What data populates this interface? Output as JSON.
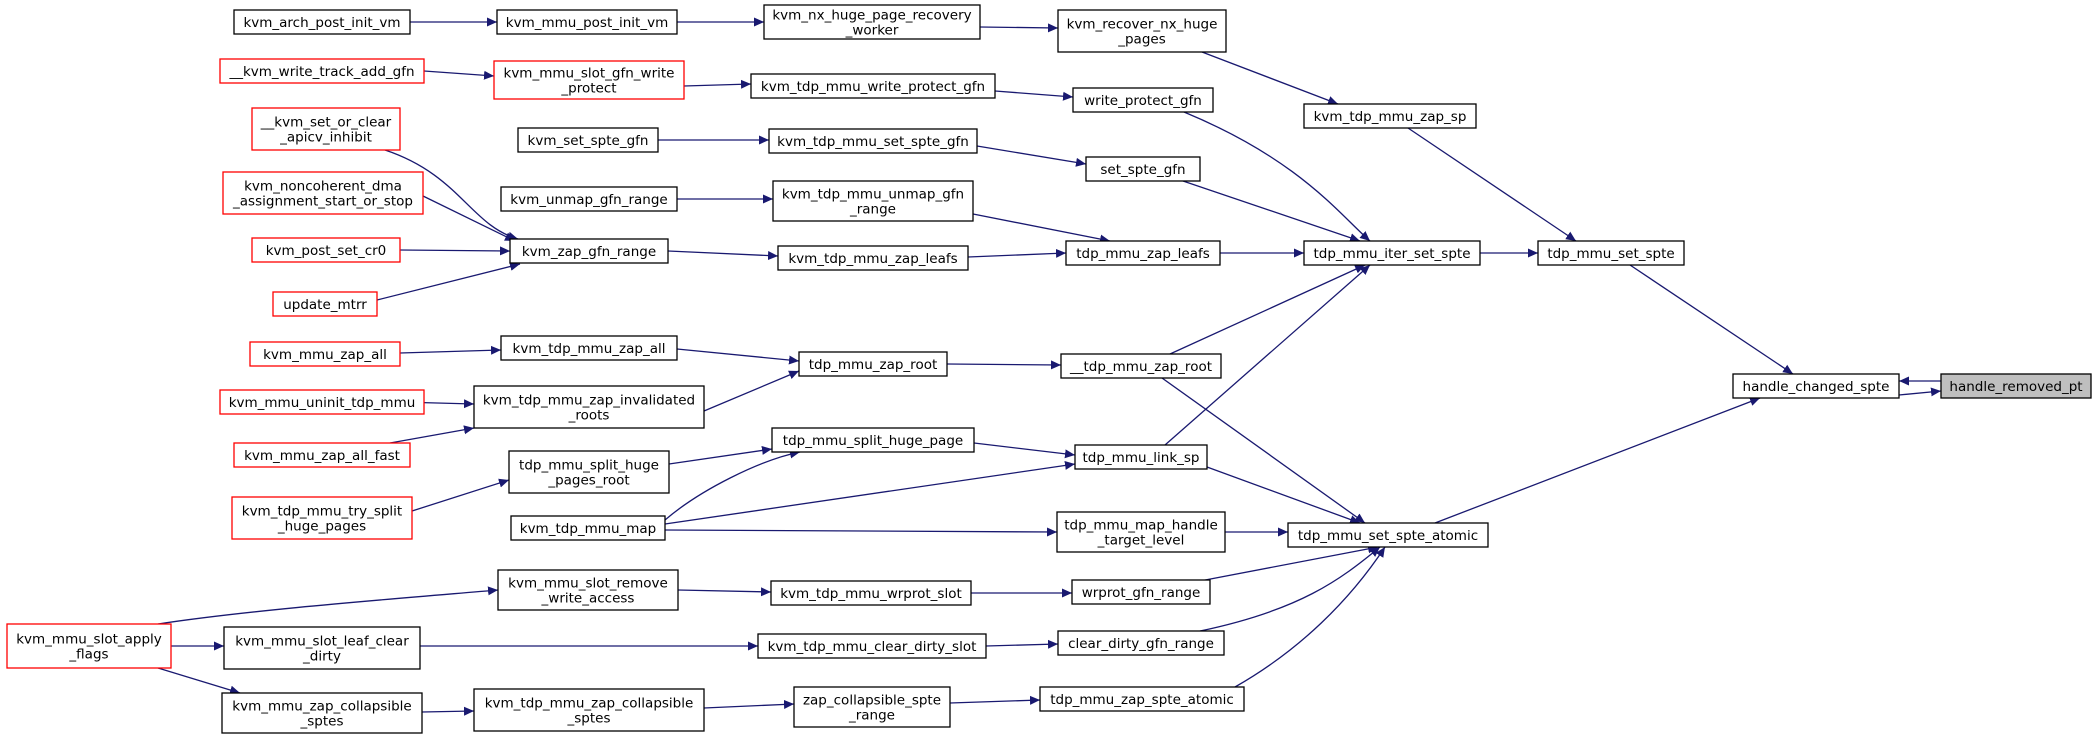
{
  "graph": {
    "colors": {
      "edge": "#191970",
      "normal_border": "#000000",
      "external_border": "#ff0000",
      "focus_fill": "#bfbfbf"
    },
    "nodes": [
      {
        "id": "kvm_arch_post_init_vm",
        "lines": [
          "kvm_arch_post_init_vm"
        ],
        "style": "normal"
      },
      {
        "id": "kvm_mmu_post_init_vm",
        "lines": [
          "kvm_mmu_post_init_vm"
        ],
        "style": "normal"
      },
      {
        "id": "kvm_nx_huge_page_recovery_worker",
        "lines": [
          "kvm_nx_huge_page_recovery",
          "_worker"
        ],
        "style": "normal"
      },
      {
        "id": "kvm_recover_nx_huge_pages",
        "lines": [
          "kvm_recover_nx_huge",
          "_pages"
        ],
        "style": "normal"
      },
      {
        "id": "__kvm_write_track_add_gfn",
        "lines": [
          "__kvm_write_track_add_gfn"
        ],
        "style": "red"
      },
      {
        "id": "kvm_mmu_slot_gfn_write_protect",
        "lines": [
          "kvm_mmu_slot_gfn_write",
          "_protect"
        ],
        "style": "red"
      },
      {
        "id": "kvm_tdp_mmu_write_protect_gfn",
        "lines": [
          "kvm_tdp_mmu_write_protect_gfn"
        ],
        "style": "normal"
      },
      {
        "id": "write_protect_gfn",
        "lines": [
          "write_protect_gfn"
        ],
        "style": "normal"
      },
      {
        "id": "kvm_tdp_mmu_zap_sp",
        "lines": [
          "kvm_tdp_mmu_zap_sp"
        ],
        "style": "normal"
      },
      {
        "id": "__kvm_set_or_clear_apicv_inhibit",
        "lines": [
          "__kvm_set_or_clear",
          "_apicv_inhibit"
        ],
        "style": "red"
      },
      {
        "id": "kvm_set_spte_gfn",
        "lines": [
          "kvm_set_spte_gfn"
        ],
        "style": "normal"
      },
      {
        "id": "kvm_tdp_mmu_set_spte_gfn",
        "lines": [
          "kvm_tdp_mmu_set_spte_gfn"
        ],
        "style": "normal"
      },
      {
        "id": "set_spte_gfn",
        "lines": [
          "set_spte_gfn"
        ],
        "style": "normal"
      },
      {
        "id": "kvm_noncoherent_dma_assignment_start_or_stop",
        "lines": [
          "kvm_noncoherent_dma",
          "_assignment_start_or_stop"
        ],
        "style": "red"
      },
      {
        "id": "kvm_unmap_gfn_range",
        "lines": [
          "kvm_unmap_gfn_range"
        ],
        "style": "normal"
      },
      {
        "id": "kvm_tdp_mmu_unmap_gfn_range",
        "lines": [
          "kvm_tdp_mmu_unmap_gfn",
          "_range"
        ],
        "style": "normal"
      },
      {
        "id": "kvm_post_set_cr0",
        "lines": [
          "kvm_post_set_cr0"
        ],
        "style": "red"
      },
      {
        "id": "kvm_zap_gfn_range",
        "lines": [
          "kvm_zap_gfn_range"
        ],
        "style": "normal"
      },
      {
        "id": "kvm_tdp_mmu_zap_leafs",
        "lines": [
          "kvm_tdp_mmu_zap_leafs"
        ],
        "style": "normal"
      },
      {
        "id": "tdp_mmu_zap_leafs",
        "lines": [
          "tdp_mmu_zap_leafs"
        ],
        "style": "normal"
      },
      {
        "id": "tdp_mmu_iter_set_spte",
        "lines": [
          "tdp_mmu_iter_set_spte"
        ],
        "style": "normal"
      },
      {
        "id": "tdp_mmu_set_spte",
        "lines": [
          "tdp_mmu_set_spte"
        ],
        "style": "normal"
      },
      {
        "id": "update_mtrr",
        "lines": [
          "update_mtrr"
        ],
        "style": "red"
      },
      {
        "id": "kvm_mmu_zap_all",
        "lines": [
          "kvm_mmu_zap_all"
        ],
        "style": "red"
      },
      {
        "id": "kvm_tdp_mmu_zap_all",
        "lines": [
          "kvm_tdp_mmu_zap_all"
        ],
        "style": "normal"
      },
      {
        "id": "tdp_mmu_zap_root",
        "lines": [
          "tdp_mmu_zap_root"
        ],
        "style": "normal"
      },
      {
        "id": "__tdp_mmu_zap_root",
        "lines": [
          "__tdp_mmu_zap_root"
        ],
        "style": "normal"
      },
      {
        "id": "handle_changed_spte",
        "lines": [
          "handle_changed_spte"
        ],
        "style": "normal"
      },
      {
        "id": "handle_removed_pt",
        "lines": [
          "handle_removed_pt"
        ],
        "style": "focus"
      },
      {
        "id": "kvm_mmu_uninit_tdp_mmu",
        "lines": [
          "kvm_mmu_uninit_tdp_mmu"
        ],
        "style": "red"
      },
      {
        "id": "kvm_tdp_mmu_zap_invalidated_roots",
        "lines": [
          "kvm_tdp_mmu_zap_invalidated",
          "_roots"
        ],
        "style": "normal"
      },
      {
        "id": "kvm_mmu_zap_all_fast",
        "lines": [
          "kvm_mmu_zap_all_fast"
        ],
        "style": "red"
      },
      {
        "id": "tdp_mmu_split_huge_page",
        "lines": [
          "tdp_mmu_split_huge_page"
        ],
        "style": "normal"
      },
      {
        "id": "tdp_mmu_split_huge_pages_root",
        "lines": [
          "tdp_mmu_split_huge",
          "_pages_root"
        ],
        "style": "normal"
      },
      {
        "id": "tdp_mmu_link_sp",
        "lines": [
          "tdp_mmu_link_sp"
        ],
        "style": "normal"
      },
      {
        "id": "kvm_tdp_mmu_try_split_huge_pages",
        "lines": [
          "kvm_tdp_mmu_try_split",
          "_huge_pages"
        ],
        "style": "red"
      },
      {
        "id": "kvm_tdp_mmu_map",
        "lines": [
          "kvm_tdp_mmu_map"
        ],
        "style": "normal"
      },
      {
        "id": "tdp_mmu_map_handle_target_level",
        "lines": [
          "tdp_mmu_map_handle",
          "_target_level"
        ],
        "style": "normal"
      },
      {
        "id": "tdp_mmu_set_spte_atomic",
        "lines": [
          "tdp_mmu_set_spte_atomic"
        ],
        "style": "normal"
      },
      {
        "id": "kvm_mmu_slot_remove_write_access",
        "lines": [
          "kvm_mmu_slot_remove",
          "_write_access"
        ],
        "style": "normal"
      },
      {
        "id": "kvm_tdp_mmu_wrprot_slot",
        "lines": [
          "kvm_tdp_mmu_wrprot_slot"
        ],
        "style": "normal"
      },
      {
        "id": "wrprot_gfn_range",
        "lines": [
          "wrprot_gfn_range"
        ],
        "style": "normal"
      },
      {
        "id": "kvm_mmu_slot_apply_flags",
        "lines": [
          "kvm_mmu_slot_apply",
          "_flags"
        ],
        "style": "red"
      },
      {
        "id": "kvm_mmu_slot_leaf_clear_dirty",
        "lines": [
          "kvm_mmu_slot_leaf_clear",
          "_dirty"
        ],
        "style": "normal"
      },
      {
        "id": "kvm_tdp_mmu_clear_dirty_slot",
        "lines": [
          "kvm_tdp_mmu_clear_dirty_slot"
        ],
        "style": "normal"
      },
      {
        "id": "clear_dirty_gfn_range",
        "lines": [
          "clear_dirty_gfn_range"
        ],
        "style": "normal"
      },
      {
        "id": "kvm_mmu_zap_collapsible_sptes",
        "lines": [
          "kvm_mmu_zap_collapsible",
          "_sptes"
        ],
        "style": "normal"
      },
      {
        "id": "kvm_tdp_mmu_zap_collapsible_sptes",
        "lines": [
          "kvm_tdp_mmu_zap_collapsible",
          "_sptes"
        ],
        "style": "normal"
      },
      {
        "id": "zap_collapsible_spte_range",
        "lines": [
          "zap_collapsible_spte",
          "_range"
        ],
        "style": "normal"
      },
      {
        "id": "tdp_mmu_zap_spte_atomic",
        "lines": [
          "tdp_mmu_zap_spte_atomic"
        ],
        "style": "normal"
      }
    ],
    "edges": [
      {
        "from": "kvm_arch_post_init_vm",
        "to": "kvm_mmu_post_init_vm"
      },
      {
        "from": "kvm_mmu_post_init_vm",
        "to": "kvm_nx_huge_page_recovery_worker"
      },
      {
        "from": "kvm_nx_huge_page_recovery_worker",
        "to": "kvm_recover_nx_huge_pages"
      },
      {
        "from": "kvm_recover_nx_huge_pages",
        "to": "kvm_tdp_mmu_zap_sp"
      },
      {
        "from": "__kvm_write_track_add_gfn",
        "to": "kvm_mmu_slot_gfn_write_protect"
      },
      {
        "from": "kvm_mmu_slot_gfn_write_protect",
        "to": "kvm_tdp_mmu_write_protect_gfn"
      },
      {
        "from": "kvm_tdp_mmu_write_protect_gfn",
        "to": "write_protect_gfn"
      },
      {
        "from": "write_protect_gfn",
        "to": "tdp_mmu_iter_set_spte"
      },
      {
        "from": "kvm_tdp_mmu_zap_sp",
        "to": "tdp_mmu_set_spte"
      },
      {
        "from": "__kvm_set_or_clear_apicv_inhibit",
        "to": "kvm_zap_gfn_range"
      },
      {
        "from": "kvm_set_spte_gfn",
        "to": "kvm_tdp_mmu_set_spte_gfn"
      },
      {
        "from": "kvm_tdp_mmu_set_spte_gfn",
        "to": "set_spte_gfn"
      },
      {
        "from": "set_spte_gfn",
        "to": "tdp_mmu_iter_set_spte"
      },
      {
        "from": "kvm_noncoherent_dma_assignment_start_or_stop",
        "to": "kvm_zap_gfn_range"
      },
      {
        "from": "kvm_unmap_gfn_range",
        "to": "kvm_tdp_mmu_unmap_gfn_range"
      },
      {
        "from": "kvm_tdp_mmu_unmap_gfn_range",
        "to": "tdp_mmu_zap_leafs"
      },
      {
        "from": "kvm_post_set_cr0",
        "to": "kvm_zap_gfn_range"
      },
      {
        "from": "update_mtrr",
        "to": "kvm_zap_gfn_range"
      },
      {
        "from": "kvm_zap_gfn_range",
        "to": "kvm_tdp_mmu_zap_leafs"
      },
      {
        "from": "kvm_tdp_mmu_zap_leafs",
        "to": "tdp_mmu_zap_leafs"
      },
      {
        "from": "tdp_mmu_zap_leafs",
        "to": "tdp_mmu_iter_set_spte"
      },
      {
        "from": "tdp_mmu_iter_set_spte",
        "to": "tdp_mmu_set_spte"
      },
      {
        "from": "tdp_mmu_set_spte",
        "to": "handle_changed_spte"
      },
      {
        "from": "kvm_mmu_zap_all",
        "to": "kvm_tdp_mmu_zap_all"
      },
      {
        "from": "kvm_tdp_mmu_zap_all",
        "to": "tdp_mmu_zap_root"
      },
      {
        "from": "kvm_mmu_uninit_tdp_mmu",
        "to": "kvm_tdp_mmu_zap_invalidated_roots"
      },
      {
        "from": "kvm_mmu_zap_all_fast",
        "to": "kvm_tdp_mmu_zap_invalidated_roots"
      },
      {
        "from": "kvm_tdp_mmu_zap_invalidated_roots",
        "to": "tdp_mmu_zap_root"
      },
      {
        "from": "tdp_mmu_zap_root",
        "to": "__tdp_mmu_zap_root"
      },
      {
        "from": "__tdp_mmu_zap_root",
        "to": "tdp_mmu_iter_set_spte"
      },
      {
        "from": "__tdp_mmu_zap_root",
        "to": "tdp_mmu_set_spte_atomic"
      },
      {
        "from": "kvm_tdp_mmu_try_split_huge_pages",
        "to": "tdp_mmu_split_huge_pages_root"
      },
      {
        "from": "tdp_mmu_split_huge_pages_root",
        "to": "tdp_mmu_split_huge_page"
      },
      {
        "from": "tdp_mmu_split_huge_page",
        "to": "tdp_mmu_link_sp"
      },
      {
        "from": "kvm_tdp_mmu_map",
        "to": "tdp_mmu_split_huge_page"
      },
      {
        "from": "kvm_tdp_mmu_map",
        "to": "tdp_mmu_link_sp"
      },
      {
        "from": "kvm_tdp_mmu_map",
        "to": "tdp_mmu_map_handle_target_level"
      },
      {
        "from": "tdp_mmu_link_sp",
        "to": "tdp_mmu_iter_set_spte"
      },
      {
        "from": "tdp_mmu_link_sp",
        "to": "tdp_mmu_set_spte_atomic"
      },
      {
        "from": "tdp_mmu_map_handle_target_level",
        "to": "tdp_mmu_set_spte_atomic"
      },
      {
        "from": "kvm_mmu_slot_apply_flags",
        "to": "kvm_mmu_slot_remove_write_access"
      },
      {
        "from": "kvm_mmu_slot_apply_flags",
        "to": "kvm_mmu_slot_leaf_clear_dirty"
      },
      {
        "from": "kvm_mmu_slot_apply_flags",
        "to": "kvm_mmu_zap_collapsible_sptes"
      },
      {
        "from": "kvm_mmu_slot_remove_write_access",
        "to": "kvm_tdp_mmu_wrprot_slot"
      },
      {
        "from": "kvm_tdp_mmu_wrprot_slot",
        "to": "wrprot_gfn_range"
      },
      {
        "from": "wrprot_gfn_range",
        "to": "tdp_mmu_set_spte_atomic"
      },
      {
        "from": "kvm_mmu_slot_leaf_clear_dirty",
        "to": "kvm_tdp_mmu_clear_dirty_slot"
      },
      {
        "from": "kvm_tdp_mmu_clear_dirty_slot",
        "to": "clear_dirty_gfn_range"
      },
      {
        "from": "clear_dirty_gfn_range",
        "to": "tdp_mmu_set_spte_atomic"
      },
      {
        "from": "kvm_mmu_zap_collapsible_sptes",
        "to": "kvm_tdp_mmu_zap_collapsible_sptes"
      },
      {
        "from": "kvm_tdp_mmu_zap_collapsible_sptes",
        "to": "zap_collapsible_spte_range"
      },
      {
        "from": "zap_collapsible_spte_range",
        "to": "tdp_mmu_zap_spte_atomic"
      },
      {
        "from": "tdp_mmu_zap_spte_atomic",
        "to": "tdp_mmu_set_spte_atomic"
      },
      {
        "from": "tdp_mmu_set_spte_atomic",
        "to": "handle_changed_spte"
      },
      {
        "from": "handle_changed_spte",
        "to": "handle_removed_pt"
      },
      {
        "from": "handle_removed_pt",
        "to": "handle_changed_spte"
      }
    ]
  }
}
